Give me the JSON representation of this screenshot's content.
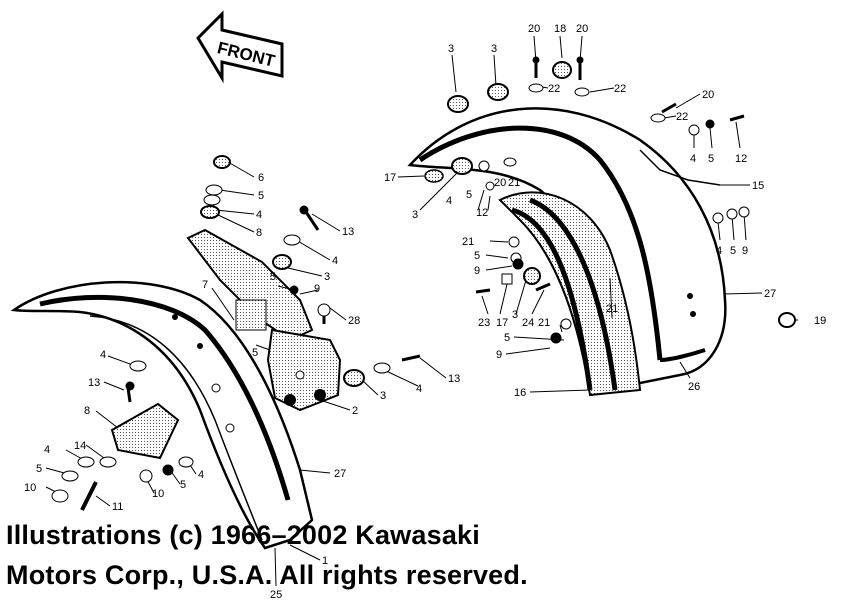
{
  "front_label": "FRONT",
  "copyright": {
    "line1": "Illustrations (c) 1966–2002 Kawasaki",
    "line2": "Motors Corp., U.S.A.  All rights reserved."
  },
  "callouts": {
    "c20a": "20",
    "c18": "18",
    "c20b": "20",
    "c3a": "3",
    "c3b": "3",
    "c22a": "22",
    "c22b": "22",
    "c20c": "20",
    "c22c": "22",
    "c4a": "4",
    "c5a": "5",
    "c12a": "12",
    "c15": "15",
    "c17a": "17",
    "c3c": "3",
    "c4b": "4",
    "c5b": "5",
    "c12b": "12",
    "c20d": "20",
    "c21a": "21",
    "c4c": "4",
    "c5c": "5",
    "c9a": "9",
    "c21b": "21",
    "c5d": "5",
    "c9b": "9",
    "c27a": "27",
    "c19": "19",
    "c23": "23",
    "c17b": "17",
    "c3d": "3",
    "c24": "24",
    "c21c": "21",
    "c21d": "21",
    "c5e": "5",
    "c9c": "9",
    "c16": "16",
    "c26": "26",
    "c6": "6",
    "c5f": "5",
    "c4d": "4",
    "c8a": "8",
    "c13a": "13",
    "c4e": "4",
    "c5g": "5",
    "c3e": "3",
    "c9d": "9",
    "c7": "7",
    "c28": "28",
    "c4f": "4",
    "c13b": "13",
    "c13c": "13",
    "c8b": "8",
    "c5h": "5",
    "c2": "2",
    "c3f": "3",
    "c4g": "4",
    "c14": "14",
    "c4h": "4",
    "c5i": "5",
    "c10a": "10",
    "c11": "11",
    "c10b": "10",
    "c5j": "5",
    "c4i": "4",
    "c27b": "27",
    "c1": "1",
    "c25": "25"
  }
}
